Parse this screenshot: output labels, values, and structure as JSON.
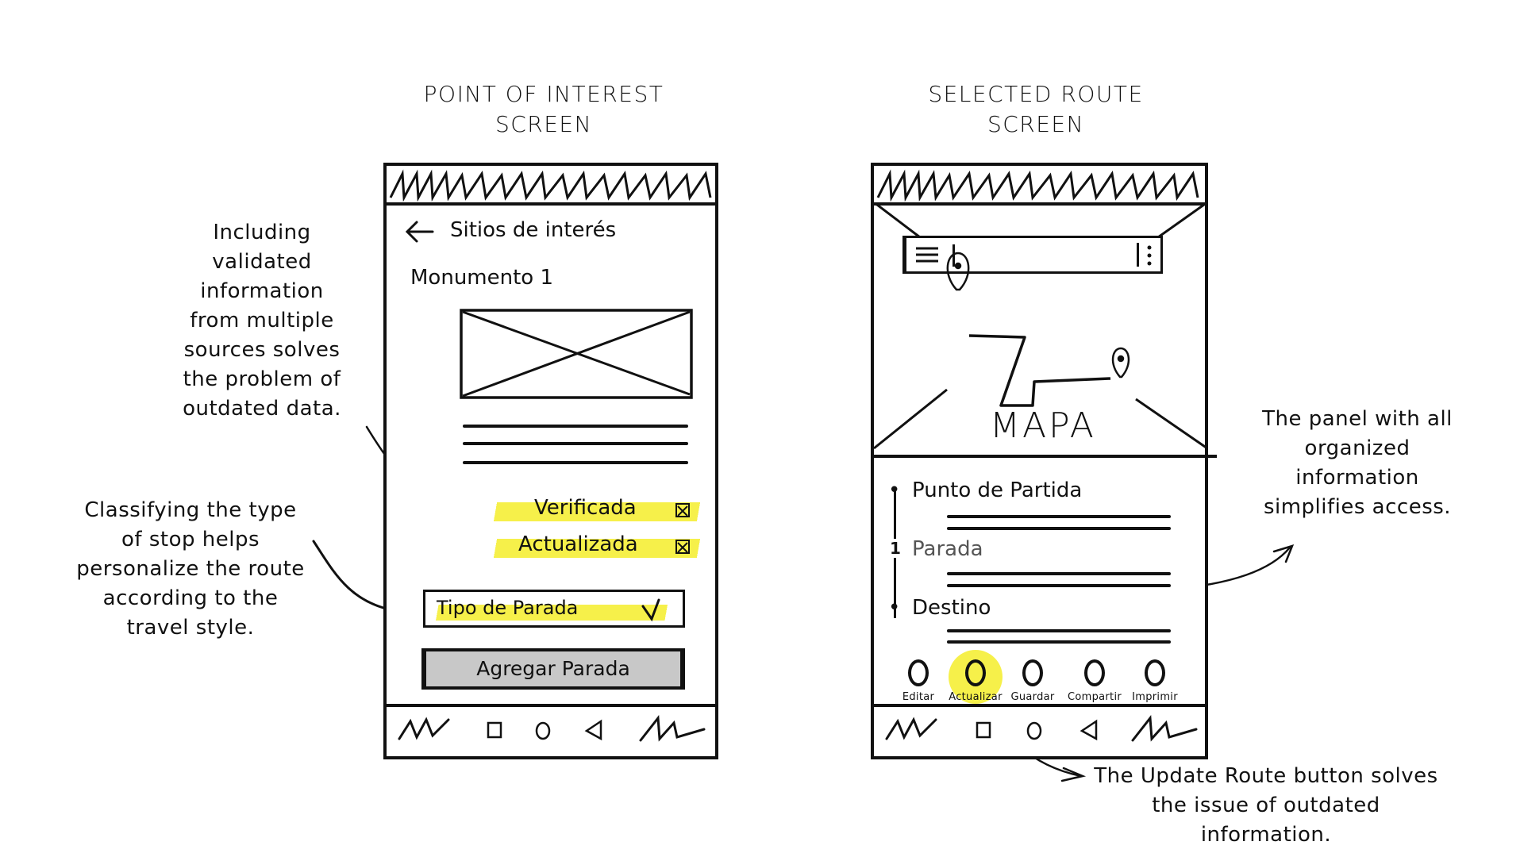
{
  "headings": {
    "left": [
      "POINT OF INTEREST",
      "SCREEN"
    ],
    "right": [
      "SELECTED ROUTE",
      "SCREEN"
    ]
  },
  "colors": {
    "ink": "#111111",
    "highlight": "#f6f04a",
    "button_fill": "#c8c8c8",
    "background": "#ffffff"
  },
  "poi_screen": {
    "header": {
      "back_icon": "arrow-left-icon",
      "title": "Sitios de interés"
    },
    "item_title": "Monumento 1",
    "image_placeholder": "image-placeholder-icon",
    "text_lines": 3,
    "badges": [
      {
        "label": "Verificada",
        "checked": true
      },
      {
        "label": "Actualizada",
        "checked": true
      }
    ],
    "stop_type_select": {
      "label": "Tipo de Parada",
      "icon": "chevron-down-icon"
    },
    "add_stop_button": "Agregar Parada",
    "nav_bar": [
      "squiggle",
      "square",
      "circle",
      "triangle",
      "squiggle"
    ]
  },
  "route_screen": {
    "search_bar": {
      "menu_icon": "hamburger-icon",
      "more_icon": "kebab-icon"
    },
    "map_label": "MAPA",
    "route_points": [
      {
        "marker": "•",
        "label": "Punto de Partida"
      },
      {
        "marker": "1",
        "label": "Parada"
      },
      {
        "marker": "•",
        "label": "Destino"
      }
    ],
    "actions": [
      {
        "label": "Editar",
        "highlighted": false
      },
      {
        "label": "Actualizar",
        "highlighted": true
      },
      {
        "label": "Guardar",
        "highlighted": false
      },
      {
        "label": "Compartir",
        "highlighted": false
      },
      {
        "label": "Imprimir",
        "highlighted": false
      }
    ],
    "nav_bar": [
      "squiggle",
      "square",
      "circle",
      "triangle",
      "squiggle"
    ]
  },
  "annotations": {
    "validated_info": [
      "Including",
      "validated",
      "information",
      "from multiple",
      "sources solves",
      "the problem of",
      "outdated data."
    ],
    "stop_type": [
      "Classifying the type",
      "of stop helps",
      "personalize the route",
      "according to the",
      "travel style."
    ],
    "panel": [
      "The panel with all",
      "organized",
      "information",
      "simplifies access."
    ],
    "update_route": [
      "The Update Route button solves",
      "the issue of outdated",
      "information."
    ]
  }
}
